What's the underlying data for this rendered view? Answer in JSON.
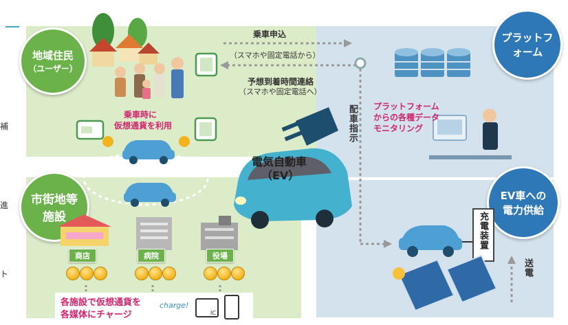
{
  "badges": {
    "residents": {
      "line1": "地域住民",
      "line2": "（ユーザー）"
    },
    "facilities": {
      "line1": "市街地等",
      "line2": "施設"
    },
    "platform": {
      "line1": "プラットフ",
      "line2": "ォーム"
    },
    "power": {
      "line1": "EV車への",
      "line2": "電力供給"
    }
  },
  "arrows": {
    "request": {
      "line1": "乗車申込",
      "line2": "（スマホや固定電話から）"
    },
    "arrival": {
      "line1": "予想到着時間連絡",
      "line2": "（スマホや固定電話へ）"
    },
    "dispatch": "配車指示",
    "transmission": "送電"
  },
  "texts": {
    "boarding": {
      "line1": "乗車時に",
      "line2": "仮想通貨を利用"
    },
    "monitoring": {
      "line1": "プラットフォーム",
      "line2": "からの各種データ",
      "line3": "モニタリング"
    },
    "ev": {
      "line1": "電気自動車",
      "line2": "（EV）"
    },
    "charger": "充電装置",
    "charge": {
      "line1": "各施設で仮想通貨を",
      "line2": "各媒体にチャージ"
    },
    "charge_word": "charge!",
    "ic": "IC"
  },
  "facilities": {
    "shop": "商店",
    "hospital": "病院",
    "office": "役場"
  },
  "colors": {
    "green_area": "#dcebc8",
    "blue_area": "#d3e2ec",
    "green_badge": "#6bb24a",
    "blue_badge": "#2f78b7",
    "accent_pink": "#d0246e",
    "ev_body": "#44b1cf"
  }
}
